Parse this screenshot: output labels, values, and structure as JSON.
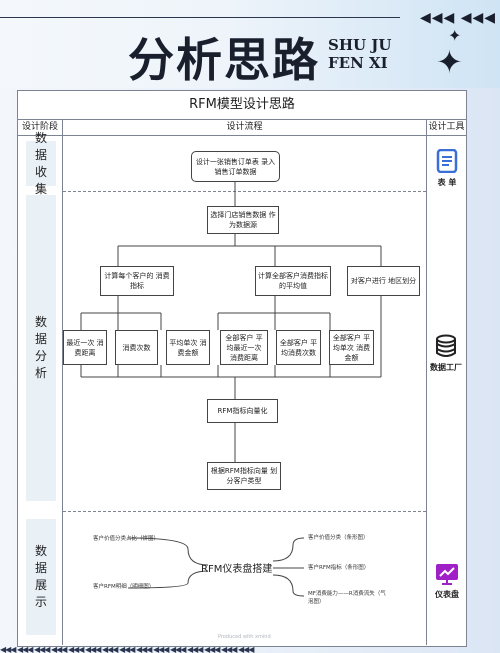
{
  "header": {
    "title": "分析思路",
    "title_en_line1": "SHU JU",
    "title_en_line2": "FEN XI",
    "arrows": "◀◀◀ ◀◀◀"
  },
  "card": {
    "title": "RFM模型设计思路",
    "col_stage": "设计阶段",
    "col_flow": "设计流程",
    "col_tools": "设计工具"
  },
  "stages": [
    "数据收集",
    "数据分析",
    "数据展示"
  ],
  "flow": {
    "n1": "设计一张销售订单表 录入销售订单数据",
    "n2": "选择门店销售数据 作为数据源",
    "n3": "计算每个客户的 消费指标",
    "n4": "计算全部客户消费指标 的平均值",
    "n5": "对客户进行 地区划分",
    "n6": "最近一次 消费距离",
    "n7": "消费次数",
    "n8": "平均单次 消费金额",
    "n9": "全部客户 平均最近一次 消费距离",
    "n10": "全部客户 平均消费次数",
    "n11": "全部客户 平均单次 消费金额",
    "n12": "RFM指标向量化",
    "n13": "根据RFM指标向量 划分客户类型"
  },
  "dashboard": {
    "center": "RFM仪表盘搭建",
    "left1": "客户价值分类占比（饼图）",
    "left2": "客户RFM明细（明细图）",
    "right1": "客户价值分类（条形图）",
    "right2": "客户RFM指标（条形图）",
    "right3": "MF消费能力——R消费流失（气泡图）"
  },
  "tools": {
    "t1": "表 单",
    "t2": "数据工厂",
    "t3": "仪表盘"
  },
  "watermark": "Produced with xmind",
  "colors": {
    "stage_bg": "#e9f1f7",
    "tool1": "#3a6fd8",
    "tool3": "#a020c8",
    "line": "#444444"
  }
}
